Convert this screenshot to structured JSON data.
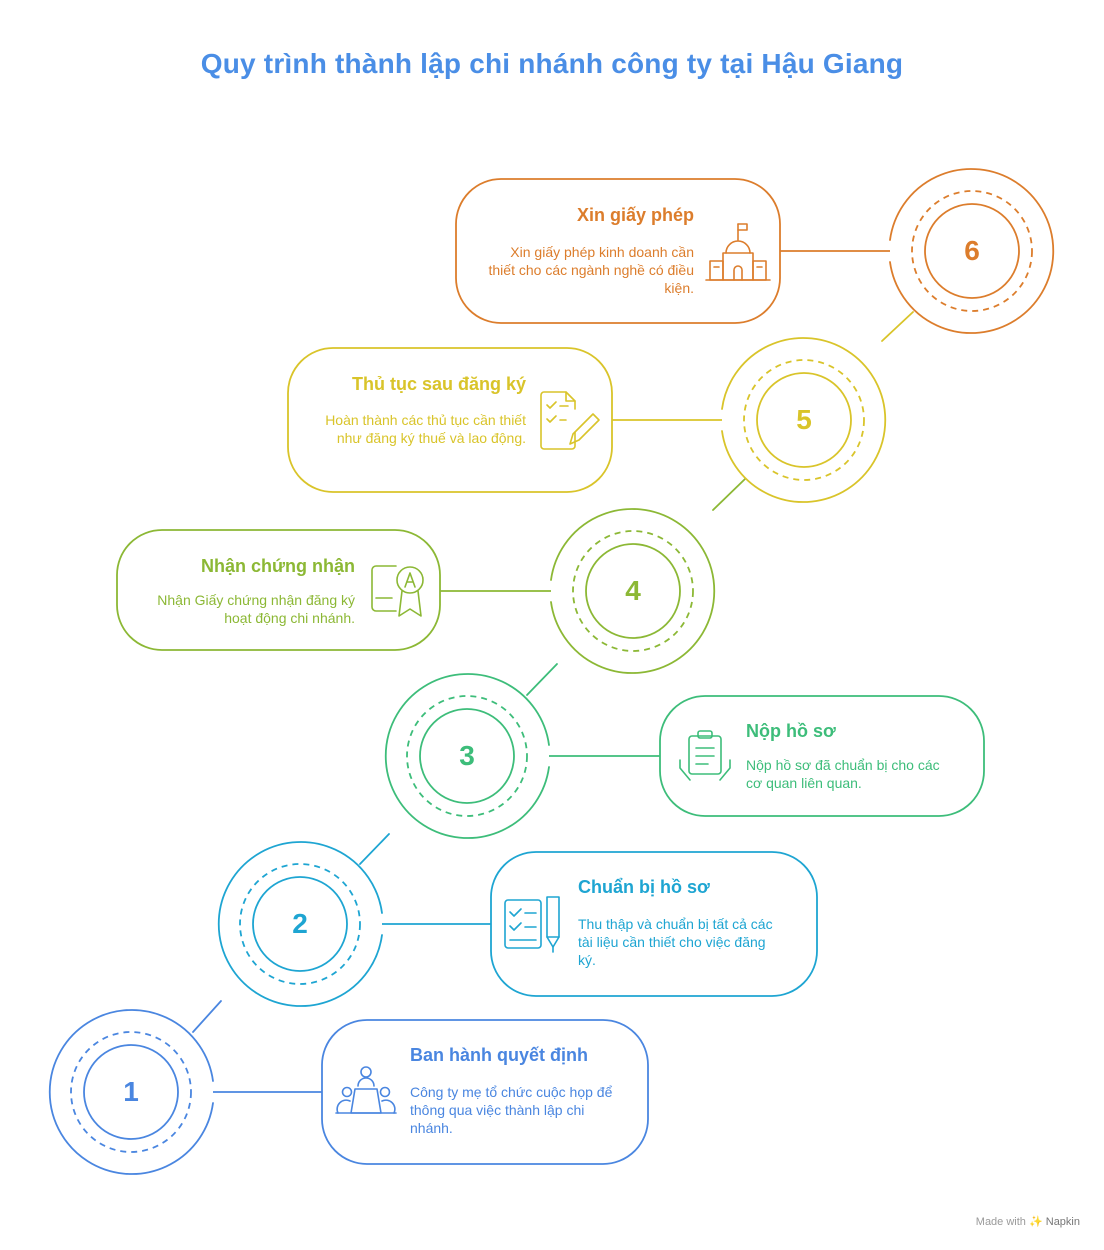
{
  "title": "Quy trình thành lập chi nhánh công ty tại Hậu Giang",
  "steps": [
    {
      "number": "1",
      "title": "Ban hành quyết định",
      "description": "Công ty mẹ tổ chức cuộc họp để thông qua việc thành lập chi nhánh.",
      "icon": "meeting-icon",
      "color": "#4a86e0"
    },
    {
      "number": "2",
      "title": "Chuẩn bị hồ sơ",
      "description": "Thu thập và chuẩn bị tất cả các tài liệu cần thiết cho việc đăng ký.",
      "icon": "checklist-pen-icon",
      "color": "#1ea5d2"
    },
    {
      "number": "3",
      "title": "Nộp hồ sơ",
      "description": "Nộp hồ sơ đã chuẩn bị cho các cơ quan liên quan.",
      "icon": "clipboard-hands-icon",
      "color": "#3dbd7a"
    },
    {
      "number": "4",
      "title": "Nhận chứng nhận",
      "description": "Nhận Giấy chứng nhận đăng ký hoạt động chi nhánh.",
      "icon": "certificate-icon",
      "color": "#8cb835"
    },
    {
      "number": "5",
      "title": "Thủ tục sau đăng ký",
      "description": "Hoàn thành các thủ tục cần thiết như đăng ký thuế và lao động.",
      "icon": "document-edit-icon",
      "color": "#d9c42a"
    },
    {
      "number": "6",
      "title": "Xin giấy phép",
      "description": "Xin giấy phép kinh doanh cần thiết cho các ngành nghề có điều kiện.",
      "icon": "government-building-icon",
      "color": "#dc7d2c"
    }
  ],
  "footer": {
    "made_with": "Made with",
    "brand": "Napkin"
  }
}
